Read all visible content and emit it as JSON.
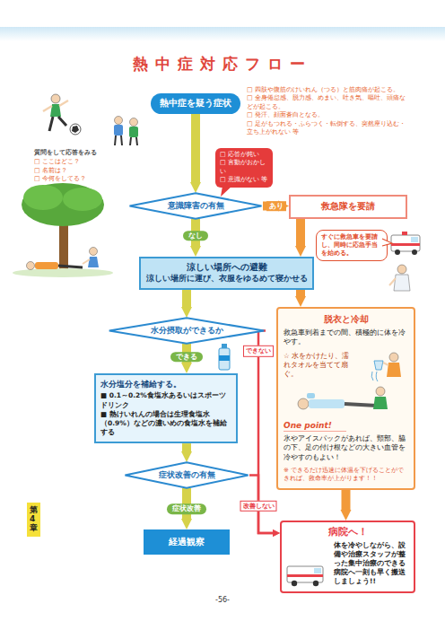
{
  "diagram": {
    "title": "熱中症対応フロー",
    "nodes": [
      {
        "text": [
          "熱中症を疑う症状"
        ]
      },
      {
        "text": [
          "□ 応答が鈍い",
          "□ 言動がおかしい",
          "□ 意識がない 等"
        ]
      },
      {
        "text": [
          "意識障害の有無"
        ]
      },
      {
        "text": [
          "救急隊を要請"
        ]
      },
      {
        "text": [
          "すぐに救急車を要請し、同時に応急手当を始める。"
        ]
      },
      {
        "text": [
          "涼しい場所への避難",
          "涼しい場所に運び、衣服をゆるめて寝かせる"
        ]
      },
      {
        "text": [
          "水分摂取ができるか"
        ]
      },
      {
        "text": [
          "水分塩分を補給する。",
          "■ 0.1～0.2%食塩水あるいはスポーツドリンク",
          "■ 熱けいれんの場合は生理食塩水（0.9%）などの濃いめの食塩水を補給する"
        ]
      },
      {
        "text": [
          "症状改善の有無"
        ]
      },
      {
        "text": [
          "経過観察"
        ]
      },
      {
        "text": [
          "脱衣と冷却",
          "救急車到着までの間、積極的に体を冷やす。",
          "☆ 水をかけたり、濡れタオルを当てて扇ぐ。",
          "One point!",
          "氷やアイスパックがあれば、頸部、脇の下、足の付け根などの大きい血管を冷やすのもよい！",
          "※ できるだけ迅速に体温を下げることができれば、救命率が上がります！！"
        ]
      },
      {
        "text": [
          "病院へ！",
          "体を冷やしながら、設備や治療スタッフが整った集中治療のできる病院へ一刻も早く搬送しましょう!!"
        ]
      }
    ],
    "edges": [
      {
        "from": 0,
        "to": 2,
        "arrow": "to"
      },
      {
        "from": 2,
        "to": 3,
        "label": "あり",
        "arrow": "to"
      },
      {
        "from": 2,
        "to": 5,
        "label": "なし",
        "arrow": "to"
      },
      {
        "from": 3,
        "to": 5,
        "arrow": "to"
      },
      {
        "from": 5,
        "to": 6,
        "arrow": "to"
      },
      {
        "from": 5,
        "to": 10,
        "arrow": "to"
      },
      {
        "from": 6,
        "to": 7,
        "label": "できる",
        "arrow": "to"
      },
      {
        "from": 6,
        "to": 11,
        "label": "できない",
        "arrow": "to"
      },
      {
        "from": 7,
        "to": 8,
        "arrow": "to"
      },
      {
        "from": 8,
        "to": 9,
        "label": "症状改善",
        "arrow": "to"
      },
      {
        "from": 8,
        "to": 11,
        "label": "改善しない",
        "arrow": "to"
      },
      {
        "from": 10,
        "to": 11,
        "arrow": "to"
      }
    ],
    "labels": [
      "□ 四肢や腹筋のけいれん（つる）と筋肉痛が起こる。",
      "□ 全身倦怠感、脱力感、めまい、吐き気、嘔吐、頭痛などが起こる。",
      "□ 発汗、顔面蒼白となる。",
      "□ 足がもつれる・ふらつく・転倒する、突然座り込む・立ち上がれない 等",
      "質問をして応答をみる",
      "□ ここはどこ？",
      "□ 名前は？",
      "□ 今何をしてる？",
      "第4章",
      "-56-"
    ]
  }
}
